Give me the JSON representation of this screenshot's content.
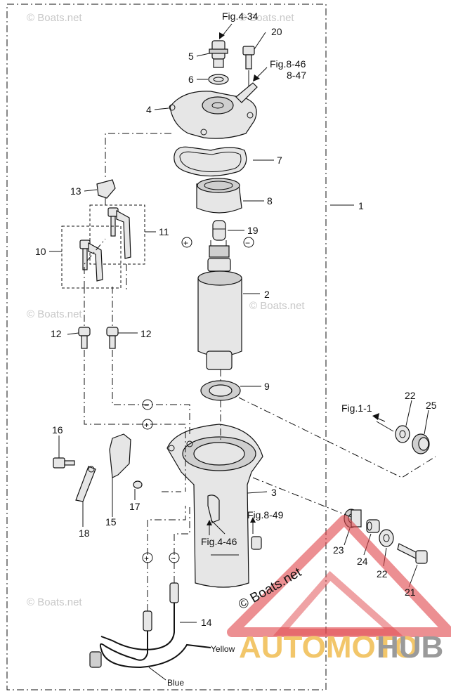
{
  "part_numbers": {
    "p1": "1",
    "p2": "2",
    "p3": "3",
    "p4": "4",
    "p5": "5",
    "p6": "6",
    "p7": "7",
    "p8": "8",
    "p9": "9",
    "p10": "10",
    "p11": "11",
    "p12a": "12",
    "p12b": "12",
    "p13": "13",
    "p14": "14",
    "p15": "15",
    "p16": "16",
    "p17": "17",
    "p18": "18",
    "p19": "19",
    "p20": "20",
    "p21": "21",
    "p22a": "22",
    "p22b": "22",
    "p23": "23",
    "p24": "24",
    "p25": "25"
  },
  "figure_refs": {
    "fig4_34": "Fig.4-34",
    "fig8_46": "Fig.8-46",
    "fig8_47": "8-47",
    "fig1_1": "Fig.1-1",
    "fig8_49": "Fig.8-49",
    "fig4_46": "Fig.4-46"
  },
  "wire_colors": {
    "yellow": "Yellow",
    "blue": "Blue"
  },
  "polarity": {
    "plus": "+",
    "minus": "−"
  },
  "watermarks": {
    "boats_small": "© Boats.net",
    "boats_copyright": "© Boats.net",
    "brand_left": "AUTOMOTO",
    "brand_right": "HUB"
  },
  "colors": {
    "line": "#111111",
    "part_fill": "#e6e6e6",
    "brand_red": "#e0454a",
    "brand_yellow": "#f2c66a",
    "brand_gray": "#9a9a9a"
  }
}
